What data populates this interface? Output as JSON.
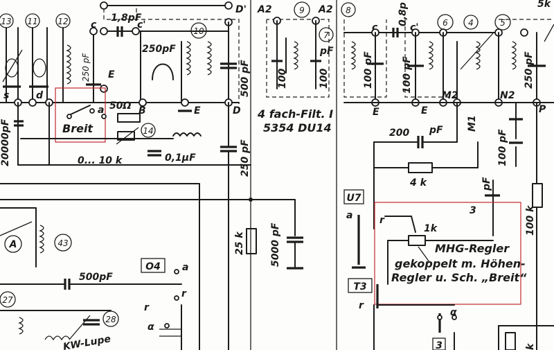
{
  "labels": {
    "n13": "13",
    "n11": "11",
    "n12": "12",
    "n10": "10",
    "n9": "9",
    "n7": "7",
    "n6": "6",
    "n4": "4",
    "n5": "5",
    "n14": "14",
    "n43": "43",
    "n27": "27",
    "n28": "28",
    "n3": "3",
    "n8": "8",
    "c_left": "c",
    "c_prime_left": "c'",
    "c_right": "c",
    "c_prime_right": "c'",
    "d_prime": "D'",
    "d_left": "d",
    "s_left": "s",
    "e_upper": "E",
    "e_mid": "E",
    "b_mid": "B",
    "d_mid": "D",
    "a2_left": "A2",
    "a2_right": "A2",
    "e_filter": "E",
    "e_right": "E",
    "m2": "M2",
    "m1": "M1",
    "n2": "N2",
    "p_right": "P",
    "cap_1_8pf": "1,8pF",
    "cap_0_8pf": "0,8p",
    "cap_250pf_10": "250pF",
    "cap_250pf_12": "250 pF",
    "cap_500pf": "500 pF",
    "cap_100pf_filter": "100",
    "cap_100pf_filter2": "100",
    "cap_pf_filter": "pF",
    "cap_100pf_8": "100 pF",
    "cap_100pf_6": "100 pF",
    "cap_250pf_5": "250 pF",
    "cap_20000pf": "20000pF",
    "cap_250pf_d": "250 pF",
    "cap_200pf": "200",
    "cap_200pf_unit": "pF",
    "cap_100pf_p": "100 pF",
    "cap_pf_3": "pF",
    "cap_5000pf": "5000 pF",
    "cap_500pf_bottom": "500pF",
    "cap_0_1uf": "0,1μF",
    "res_50": "50Ω",
    "res_10k": "0... 10 k",
    "res_4k": "4 k",
    "res_25k": "25 k",
    "res_100k": "100 k",
    "res_1k": "1k",
    "breit": "Breit",
    "switch_a": "a",
    "filter_text_1": "4 fach-Filt. I",
    "filter_text_2": "5354 DU14",
    "u7": "U7",
    "t3": "T3",
    "o4": "O4",
    "mhg_1": "MHG-Regler",
    "mhg_2": "gekoppelt m. Höhen-",
    "mhg_3": "Regler u. Sch. „Breit“",
    "kw_lupe": "KW-Lupe",
    "r_u7": "r",
    "a_u7": "a",
    "r_t3": "r",
    "a_t3": "α",
    "a_o4": "a",
    "r_o4": "r",
    "a_27": "α",
    "r_27": "r",
    "ampmeter": "A",
    "k_right": "k",
    "sk": "5k"
  }
}
